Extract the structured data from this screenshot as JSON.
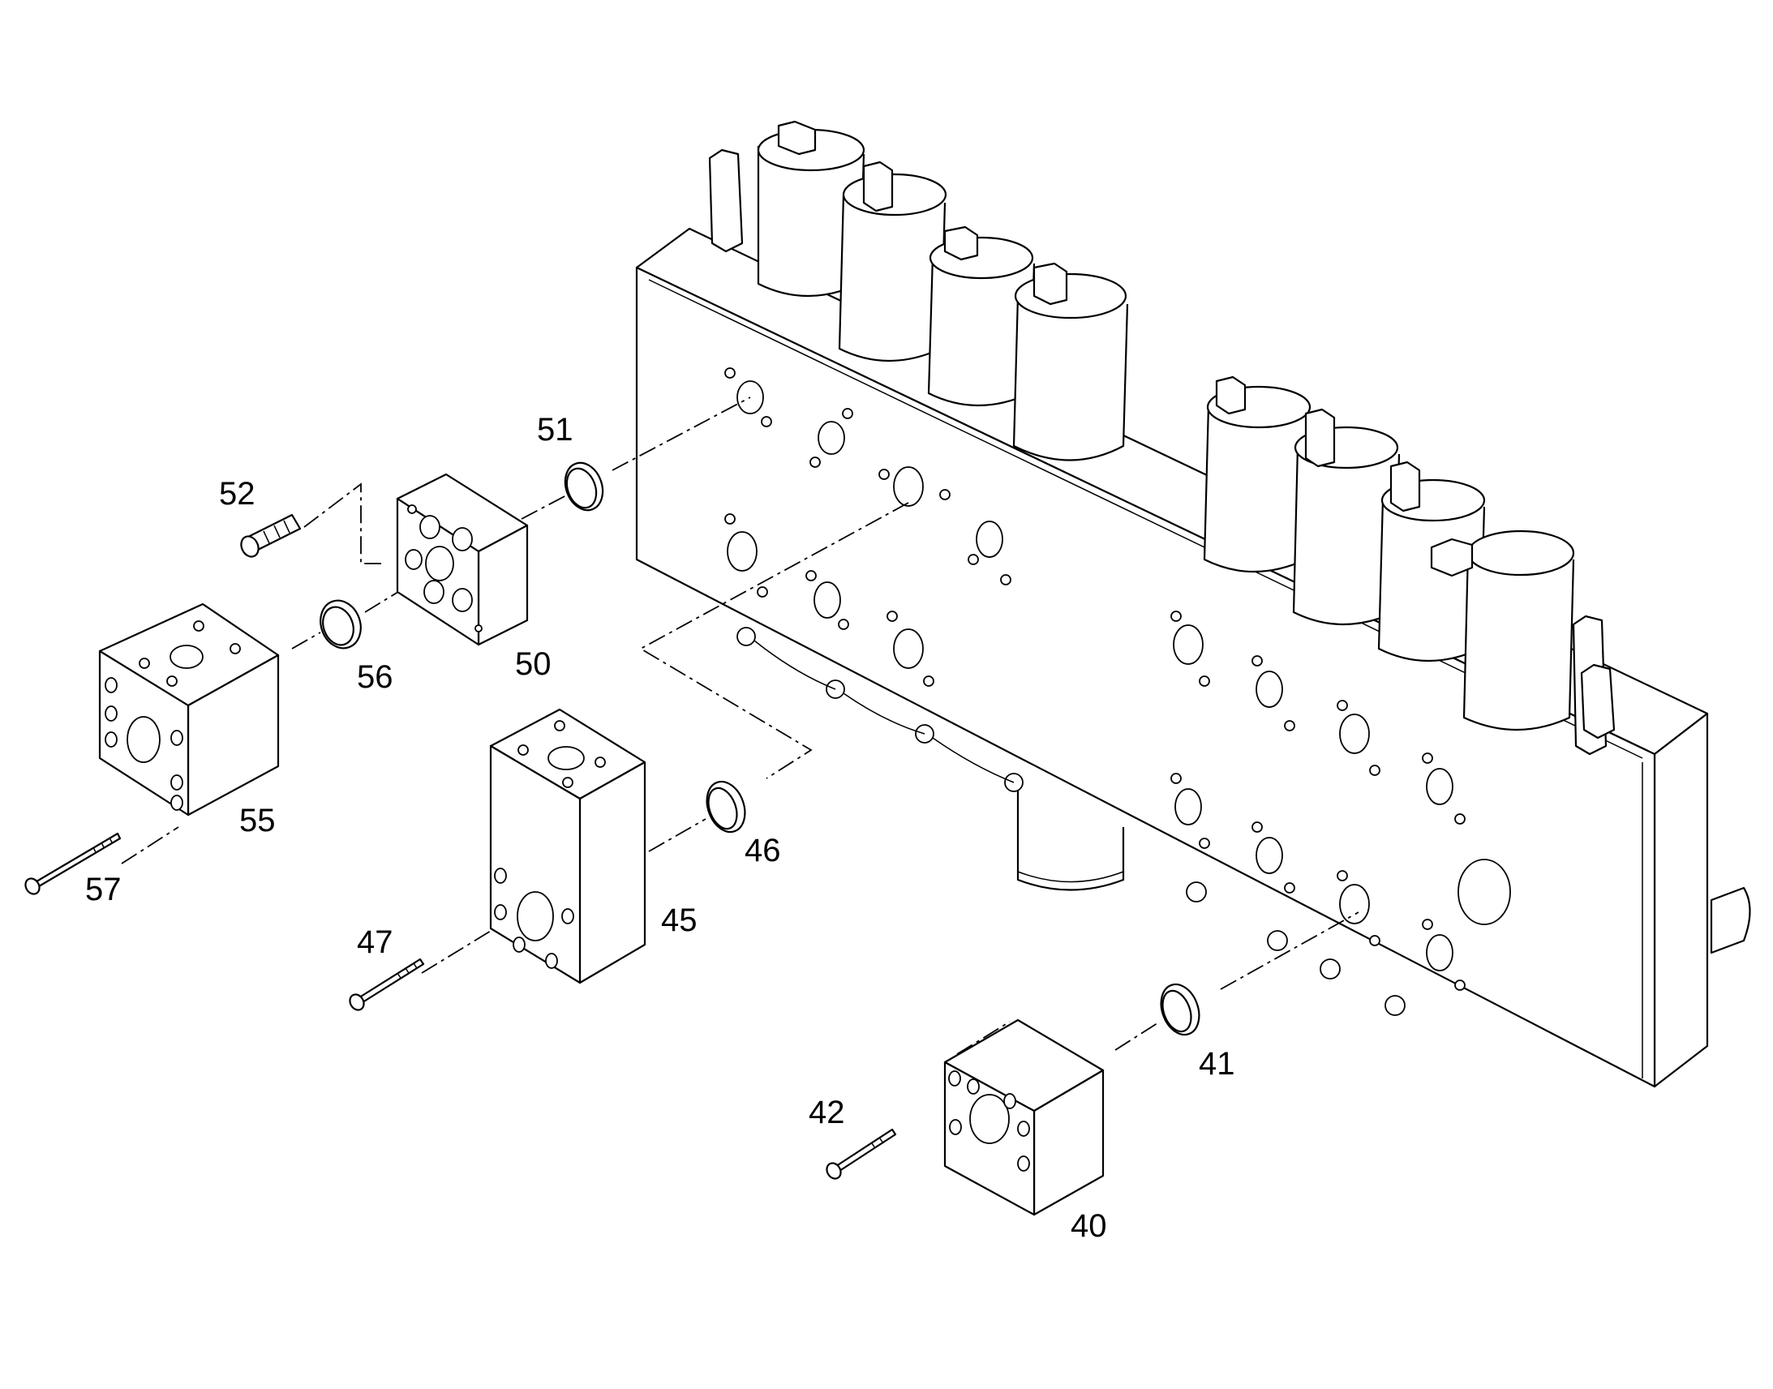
{
  "callouts": {
    "c40": "40",
    "c41": "41",
    "c42": "42",
    "c45": "45",
    "c46": "46",
    "c47": "47",
    "c50": "50",
    "c51": "51",
    "c52": "52",
    "c55": "55",
    "c56": "56",
    "c57": "57"
  },
  "colors": {
    "line": "#000000",
    "background": "#ffffff"
  }
}
